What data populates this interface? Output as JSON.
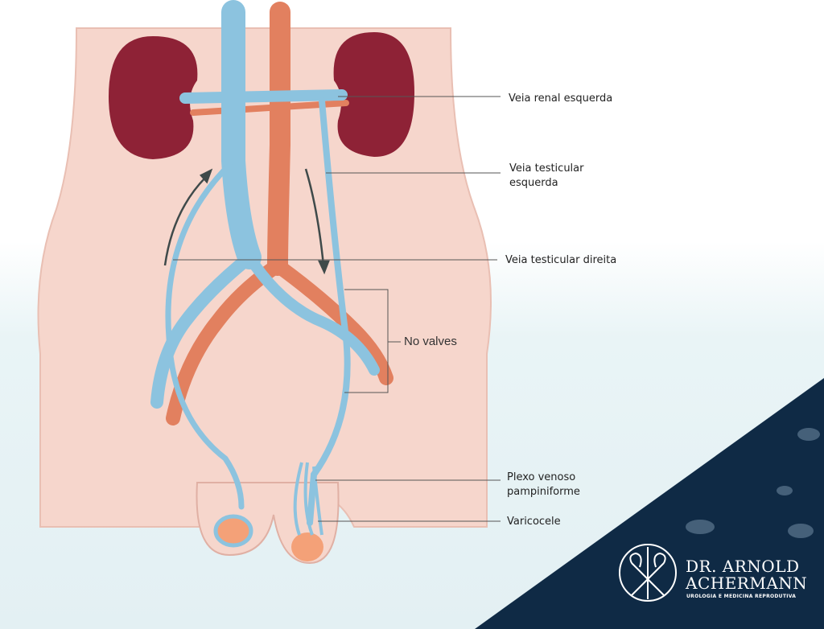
{
  "labels": {
    "renal_left": "Veia renal esquerda",
    "testicular_left_1": "Veia testicular",
    "testicular_left_2": "esquerda",
    "testicular_right": "Veia testicular direita",
    "no_valves": "No valves",
    "plexus_1": "Plexo venoso",
    "plexus_2": "pampiniforme",
    "varicocele": "Varicocele"
  },
  "logo": {
    "line1": "DR. ARNOLD",
    "line2": "ACHERMANN",
    "tagline": "UROLOGIA E MEDICINA REPRODUTIVA"
  },
  "colors": {
    "vein": "#8cc3df",
    "artery": "#e2805f",
    "kidney": "#8e2236",
    "skin": "#f6d6cc",
    "navy": "#0f2a45"
  }
}
